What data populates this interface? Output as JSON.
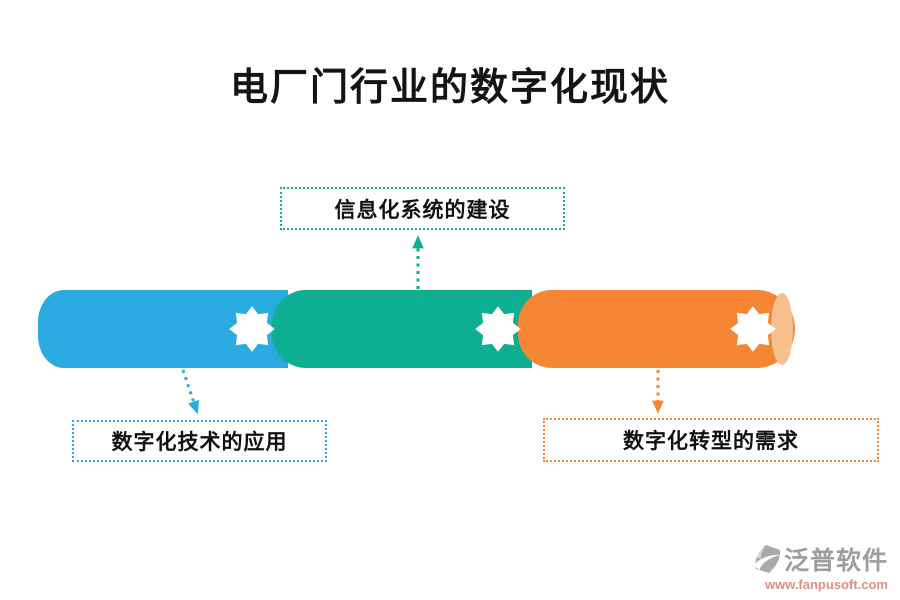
{
  "title": "电厂门行业的数字化现状",
  "colors": {
    "background": "#FFFFFF",
    "title_text": "#141414",
    "label_text": "#111111",
    "segment_blue": "#29ABE2",
    "segment_teal": "#0DAE92",
    "segment_orange": "#F58634",
    "orange_cap": "#F9C08F",
    "star_white": "#FFFFFF",
    "brand_gray": "#9E9E9E",
    "brand_url": "#DD8F82"
  },
  "diagram": {
    "type": "segmented-pipe",
    "segments": [
      {
        "id": "blue",
        "color": "#29ABE2",
        "label": "数字化技术的应用",
        "callout_position": "bottom-left",
        "icon": "eight-point-star"
      },
      {
        "id": "teal",
        "color": "#0DAE92",
        "label": "信息化系统的建设",
        "callout_position": "top",
        "icon": "eight-point-star"
      },
      {
        "id": "orange",
        "color": "#F58634",
        "label": "数字化转型的需求",
        "callout_position": "bottom-right",
        "icon": "eight-point-star"
      }
    ]
  },
  "footer": {
    "brand": "泛普软件",
    "url": "www.fanpusoft.com"
  }
}
